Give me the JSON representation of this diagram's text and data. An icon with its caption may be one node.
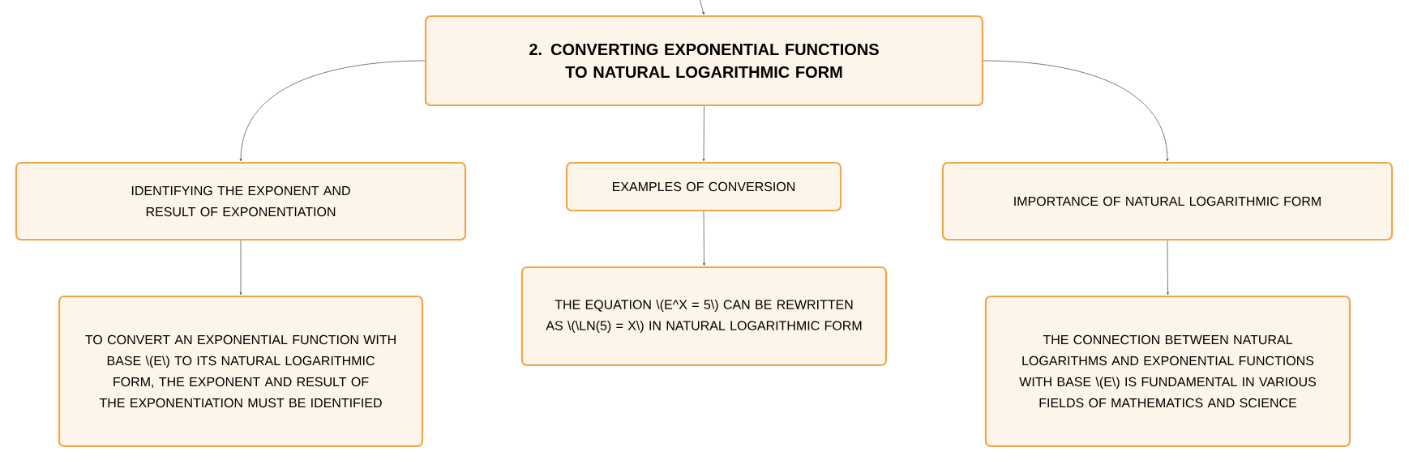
{
  "diagram": {
    "nodes": [
      {
        "text": [
          "2. CONVERTING EXPONENTIAL FUNCTIONS TO NATURAL LOGARITHMIC FORM"
        ]
      },
      {
        "text": [
          "IDENTIFYING THE EXPONENT AND RESULT OF EXPONENTIATION"
        ]
      },
      {
        "text": [
          "EXAMPLES OF CONVERSION"
        ]
      },
      {
        "text": [
          "IMPORTANCE OF NATURAL LOGARITHMIC FORM"
        ]
      },
      {
        "text": [
          "TO CONVERT AN EXPONENTIAL FUNCTION WITH BASE \\(E\\) TO ITS NATURAL LOGARITHMIC FORM, THE EXPONENT AND RESULT OF THE EXPONENTIATION MUST BE IDENTIFIED"
        ]
      },
      {
        "text": [
          "THE EQUATION \\(E^X = 5\\) CAN BE REWRITTEN AS \\(\\LN(5) = X\\) IN NATURAL LOGARITHMIC FORM"
        ]
      },
      {
        "text": [
          "THE CONNECTION BETWEEN NATURAL LOGARITHMS AND EXPONENTIAL FUNCTIONS WITH BASE \\(E\\) IS FUNDAMENTAL IN VARIOUS FIELDS OF MATHEMATICS AND SCIENCE"
        ]
      }
    ],
    "edges": [
      {
        "from": null,
        "to": 0,
        "arrow": "to"
      },
      {
        "from": 0,
        "to": 1,
        "arrow": "to"
      },
      {
        "from": 0,
        "to": 2,
        "arrow": "to"
      },
      {
        "from": 0,
        "to": 3,
        "arrow": "to"
      },
      {
        "from": 1,
        "to": 4,
        "arrow": "to"
      },
      {
        "from": 2,
        "to": 5,
        "arrow": "to"
      },
      {
        "from": 3,
        "to": 6,
        "arrow": "to"
      }
    ]
  }
}
